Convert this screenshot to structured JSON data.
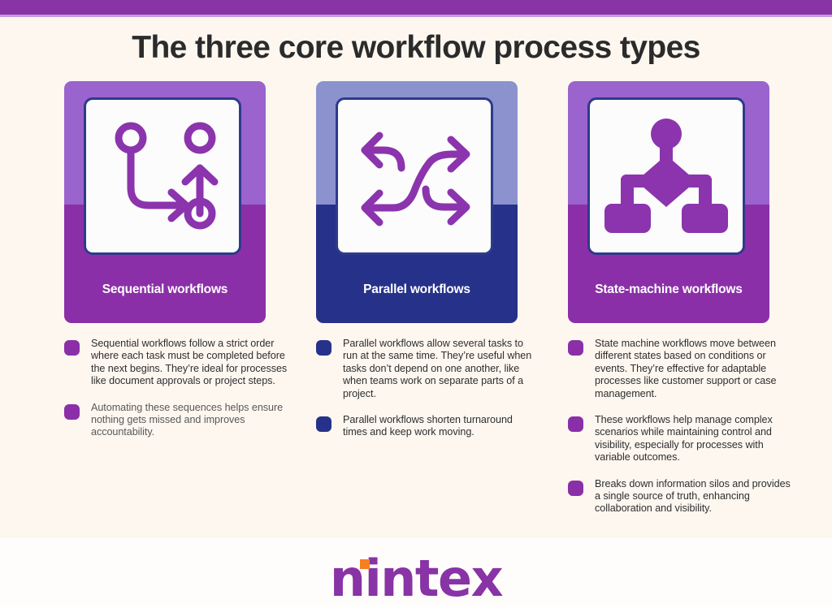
{
  "page": {
    "title": "The three core workflow process types",
    "background": "#FDF7F0",
    "topbar_color": "#8833A6"
  },
  "cards": [
    {
      "label": "Sequential workflows",
      "icon": "sequential-flow-icon",
      "top_color": "#9B63CE",
      "bottom_color": "#8B2FA8",
      "icon_color": "#8B34AD",
      "border_color": "#2D3B8B"
    },
    {
      "label": "Parallel workflows",
      "icon": "shuffle-arrows-icon",
      "top_color": "#8B92CE",
      "bottom_color": "#26328A",
      "icon_color": "#8B34AD",
      "border_color": "#2D3B8B"
    },
    {
      "label": "State-machine workflows",
      "icon": "state-machine-hierarchy-icon",
      "top_color": "#9B63CE",
      "bottom_color": "#8B2FA8",
      "icon_color": "#8B34AD",
      "border_color": "#2D3B8B"
    }
  ],
  "columns": [
    {
      "bullet_color": "#8B2FA8",
      "bullets": [
        {
          "text": "Sequential workflows follow a strict order where each task must be completed before the next begins. They’re ideal for processes like document approvals or project steps.",
          "muted": false
        },
        {
          "text": "Automating these sequences helps ensure nothing gets missed and improves accountability.",
          "muted": true
        }
      ]
    },
    {
      "bullet_color": "#26328A",
      "bullets": [
        {
          "text": "Parallel workflows allow several tasks to run at the same time. They’re useful when tasks don’t depend on one another, like when teams work on separate parts of a project.",
          "muted": false
        },
        {
          "text": "Parallel workflows shorten turnaround times and keep work moving.",
          "muted": false
        }
      ]
    },
    {
      "bullet_color": "#8B2FA8",
      "bullets": [
        {
          "text": "State machine workflows move between different states based on conditions or events. They’re effective for adaptable processes like customer support or case management.",
          "muted": false
        },
        {
          "text": "These workflows help manage complex scenarios while maintaining control and visibility, especially for processes with variable outcomes.",
          "muted": false
        },
        {
          "text": "Breaks down information silos and provides a single source of truth, enhancing collaboration and visibility.",
          "muted": false
        }
      ]
    }
  ],
  "footer": {
    "logo_text": "nintex",
    "logo_color": "#8833A6",
    "logo_dot_color": "#F4801F",
    "logo_dot_name": "orange-square-dot"
  }
}
